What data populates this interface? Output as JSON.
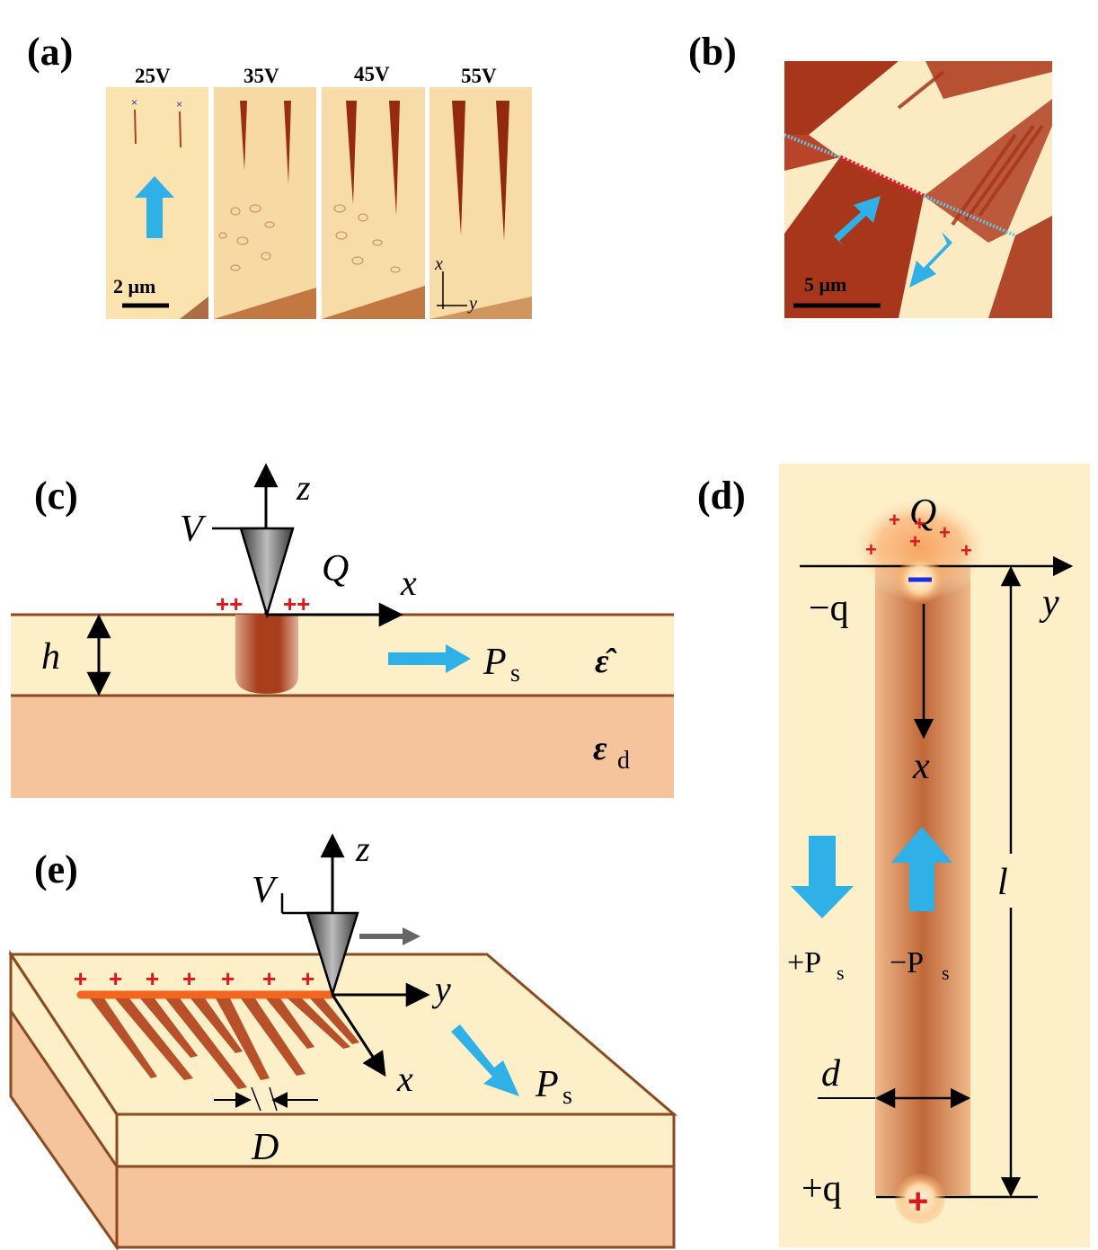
{
  "panels": {
    "a": {
      "label": "(a)",
      "voltages": [
        "25V",
        "35V",
        "45V",
        "55V"
      ],
      "scalebar": "2 μm",
      "axes": {
        "x": "x",
        "y": "y"
      }
    },
    "b": {
      "label": "(b)",
      "scalebar": "5 μm"
    },
    "c": {
      "label": "(c)",
      "V": "V",
      "z": "z",
      "Q": "Q",
      "x": "x",
      "h": "h",
      "Ps_main": "P",
      "Ps_sub": "s",
      "eps_hat": "ε̂",
      "eps_d_main": "ε",
      "eps_d_sub": "d",
      "charges_left": "++",
      "charges_right": "++"
    },
    "d": {
      "label": "(d)",
      "Q": "Q",
      "minus_q": "−q",
      "plus_q": "+q",
      "y": "y",
      "x": "x",
      "l": "l",
      "d": "d",
      "plus_Ps": "+P",
      "minus_Ps": "−P",
      "Ps_sub": "s"
    },
    "e": {
      "label": "(e)",
      "V": "V",
      "z": "z",
      "y": "y",
      "x": "x",
      "Ps_main": "P",
      "Ps_sub": "s",
      "D": "D",
      "plus": "+"
    }
  },
  "colors": {
    "film": "#fdf0c8",
    "substrate": "#f6c49c",
    "domain": "#b8502a",
    "arrow": "#2fb0e6",
    "charge": "#e3141a",
    "border": "#8b4a22"
  }
}
